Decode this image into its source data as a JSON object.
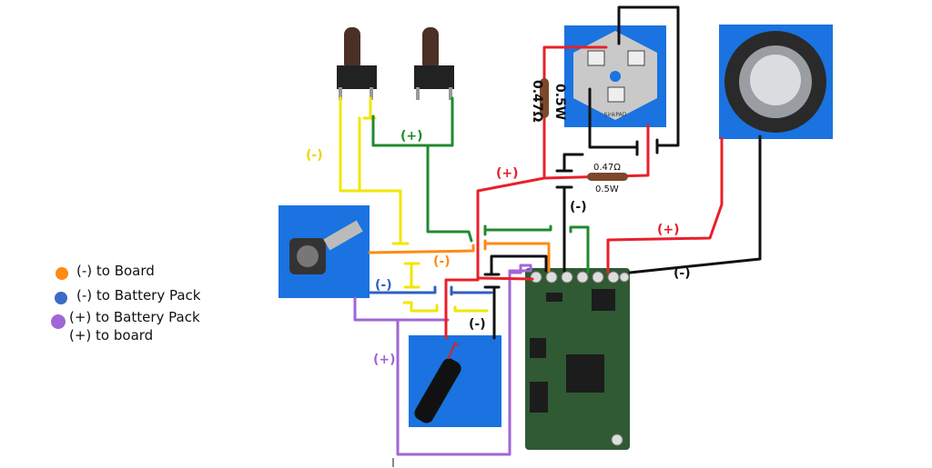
{
  "legend": [
    {
      "text": "(-) to Board",
      "color": "#ff8a14"
    },
    {
      "text": "(-) to Battery Pack",
      "color": "#3a6bc9"
    },
    {
      "text": "(+) to Battery Pack",
      "color": "#a066d6"
    },
    {
      "text": "(+) to board",
      "color": "#a066d6"
    }
  ],
  "wire_labels": {
    "yellow_neg": "(-)",
    "green_pos": "(+)",
    "red_pos_led": "(+)",
    "black_neg_led": "(-)",
    "red_pos_speaker": "(+)",
    "black_neg_speaker": "(-)",
    "orange_neg": "(-)",
    "blue_neg": "(-)",
    "black_neg_battery": "(-)",
    "purple_pos": "(+)"
  },
  "resistors": {
    "vertical": {
      "value": "0.47Ω",
      "power": "0.5W"
    },
    "horizontal": {
      "value": "0.47Ω",
      "power": "0.5W"
    }
  },
  "led_board_text": "SinkPAD",
  "colors": {
    "red": "#e8202a",
    "black": "#111111",
    "yellow": "#f2e600",
    "green": "#1f8a2e",
    "orange": "#ff8a14",
    "blue": "#2f5fc4",
    "purple": "#a066d6",
    "photo_bg": "#1a73e0",
    "pcb": "#2f5a33",
    "resistor": "#7a4a2a"
  }
}
